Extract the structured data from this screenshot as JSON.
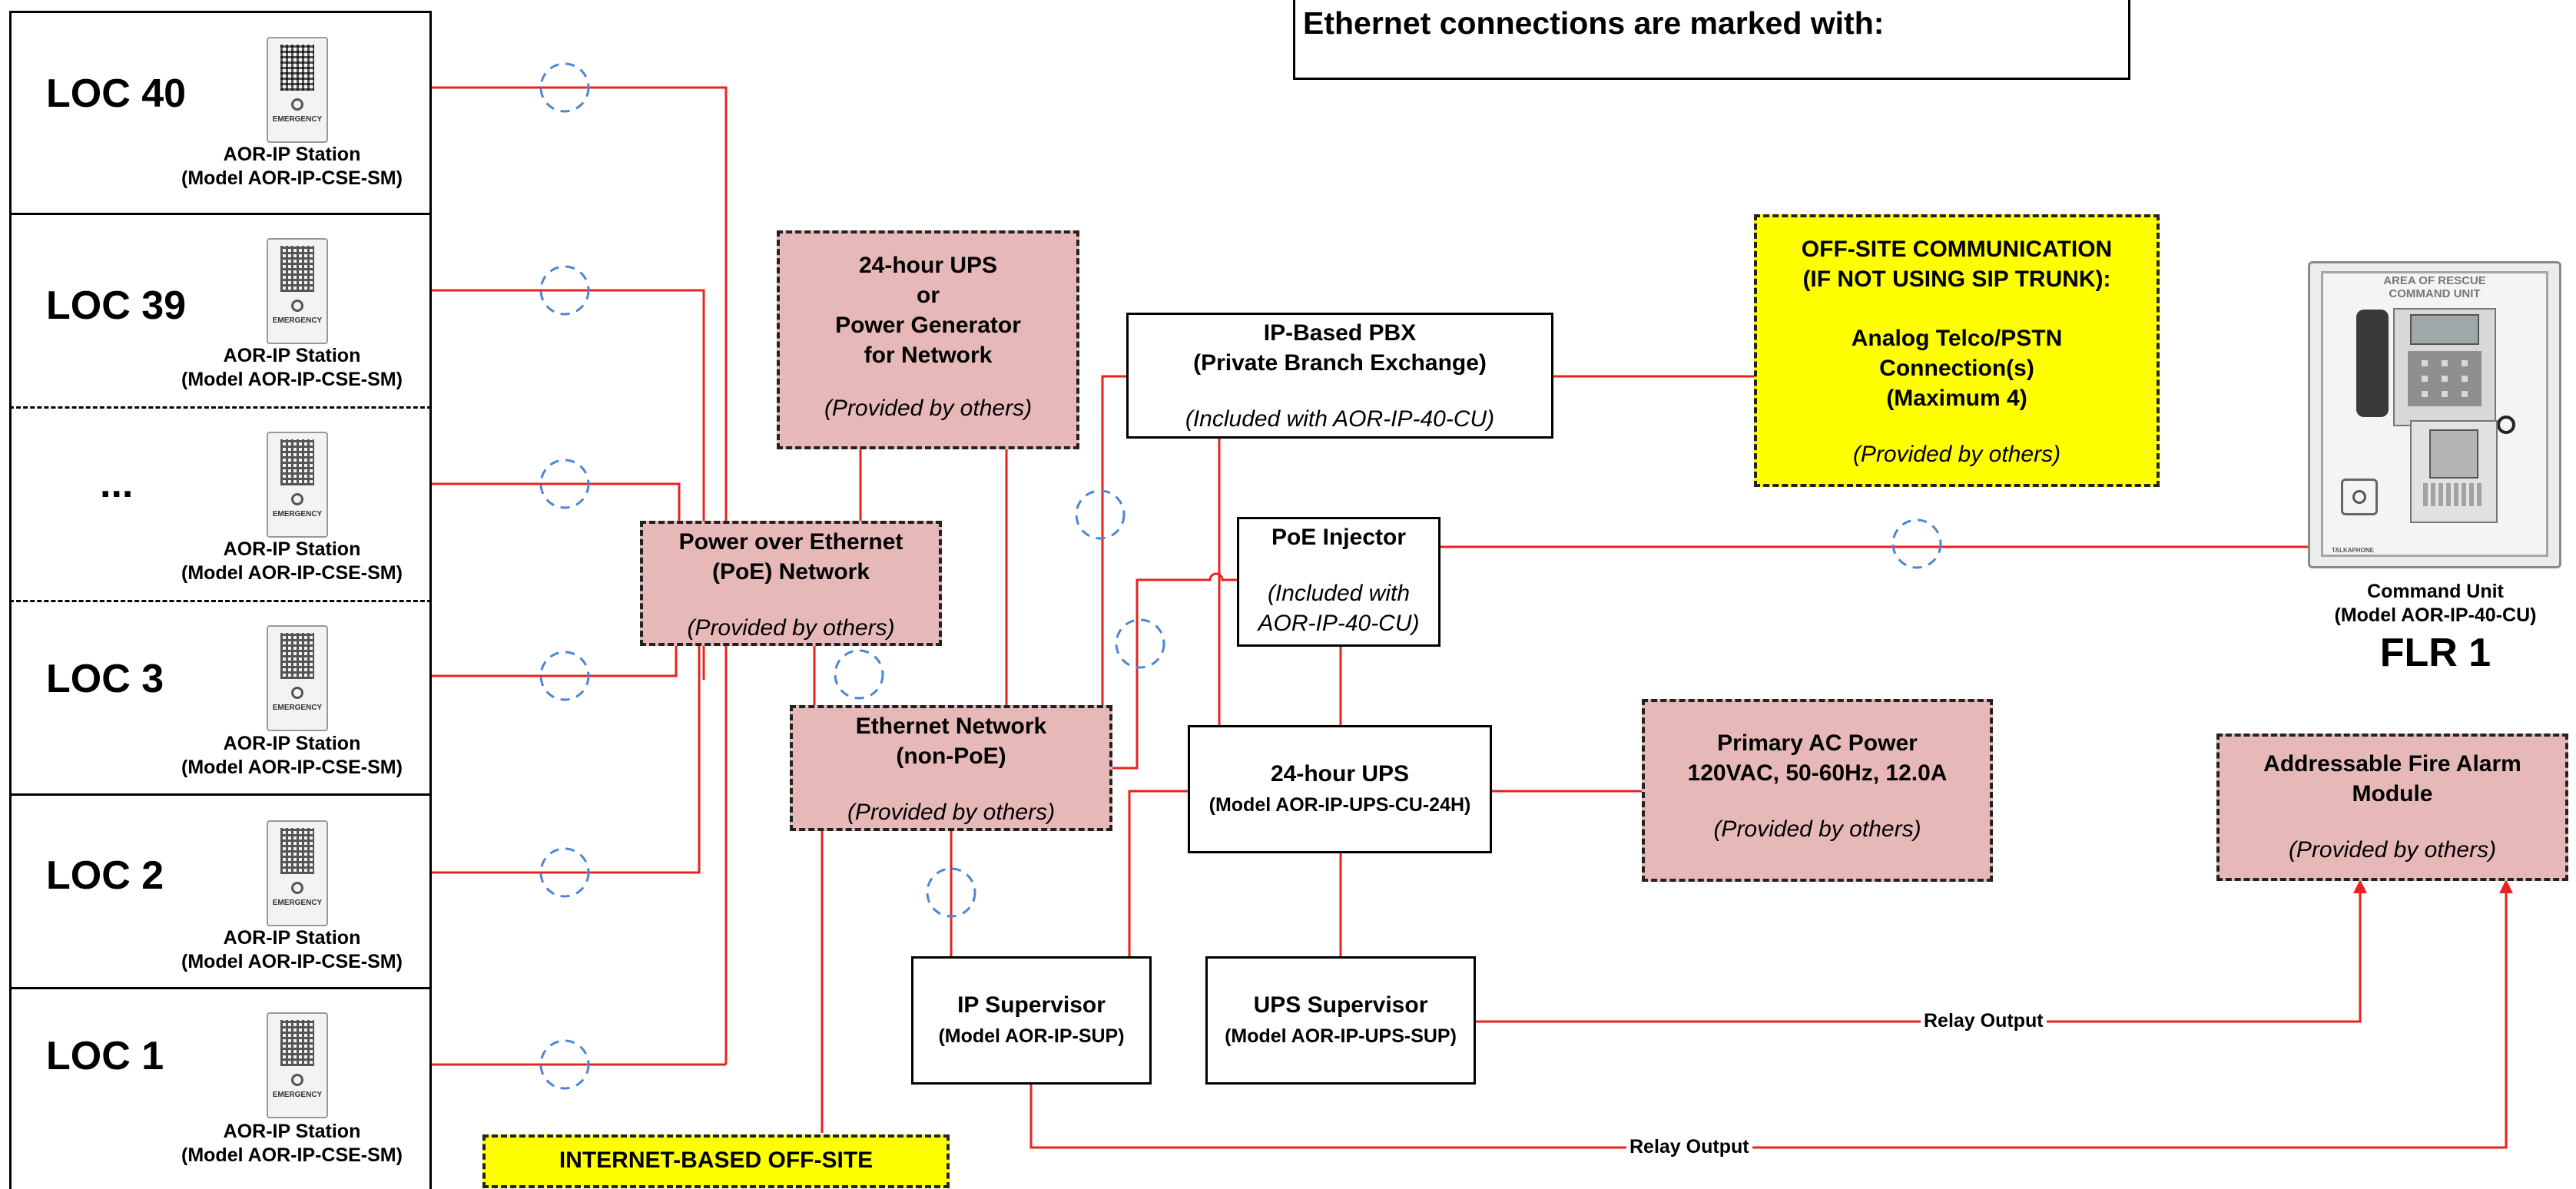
{
  "legend": {
    "text": "Ethernet connections are marked with:"
  },
  "stations": [
    {
      "loc": "LOC 40",
      "label": "AOR-IP Station",
      "model": "(Model AOR-IP-CSE-SM)"
    },
    {
      "loc": "LOC 39",
      "label": "AOR-IP Station",
      "model": "(Model AOR-IP-CSE-SM)"
    },
    {
      "loc": "...",
      "label": "AOR-IP Station",
      "model": "(Model AOR-IP-CSE-SM)"
    },
    {
      "loc": "LOC 3",
      "label": "AOR-IP Station",
      "model": "(Model AOR-IP-CSE-SM)"
    },
    {
      "loc": "LOC 2",
      "label": "AOR-IP Station",
      "model": "(Model AOR-IP-CSE-SM)"
    },
    {
      "loc": "LOC 1",
      "label": "AOR-IP Station",
      "model": "(Model AOR-IP-CSE-SM)"
    }
  ],
  "station_device": {
    "badge_text": "EMERGENCY"
  },
  "ups_network": {
    "l1": "24-hour UPS",
    "l2": "or",
    "l3": "Power Generator",
    "l4": "for Network",
    "note": "(Provided by others)"
  },
  "poe_network": {
    "l1": "Power over Ethernet",
    "l2": "(PoE) Network",
    "note": "(Provided by others)"
  },
  "ethernet_network": {
    "l1": "Ethernet Network",
    "l2": "(non-PoE)",
    "note": "(Provided by others)"
  },
  "pbx": {
    "l1": "IP-Based PBX",
    "l2": "(Private Branch Exchange)",
    "note": "(Included with AOR-IP-40-CU)"
  },
  "poe_injector": {
    "l1": "PoE Injector",
    "note1": "(Included with",
    "note2": "AOR-IP-40-CU)"
  },
  "ups_24": {
    "l1": "24-hour UPS",
    "model": "(Model AOR-IP-UPS-CU-24H)"
  },
  "primary_power": {
    "l1": "Primary AC Power",
    "l2": "120VAC, 50-60Hz, 12.0A",
    "note": "(Provided by others)"
  },
  "offsite": {
    "l1": "OFF-SITE COMMUNICATION",
    "l2": "(IF NOT USING SIP TRUNK):",
    "l3": "Analog Telco/PSTN",
    "l4": "Connection(s)",
    "l5": "(Maximum 4)",
    "note": "(Provided by others)"
  },
  "internet_offsite": {
    "l1": "INTERNET-BASED OFF-SITE"
  },
  "ip_supervisor": {
    "l1": "IP Supervisor",
    "model": "(Model AOR-IP-SUP)"
  },
  "ups_supervisor": {
    "l1": "UPS Supervisor",
    "model": "(Model AOR-IP-UPS-SUP)"
  },
  "fire_alarm": {
    "l1": "Addressable Fire Alarm",
    "l2": "Module",
    "note": "(Provided by others)"
  },
  "command_unit": {
    "panel_title1": "AREA OF RESCUE",
    "panel_title2": "COMMAND UNIT",
    "label": "Command Unit",
    "model": "(Model AOR-IP-40-CU)",
    "floor": "FLR 1",
    "brand": "TALKAPHONE"
  },
  "relay_labels": {
    "upper": "Relay Output",
    "lower": "Relay Output"
  },
  "colors": {
    "wire": "#e8231f",
    "ethernet_marker": "#4a86d8",
    "pink_fill": "#e6b9b8",
    "yellow_fill": "#ffff00"
  }
}
